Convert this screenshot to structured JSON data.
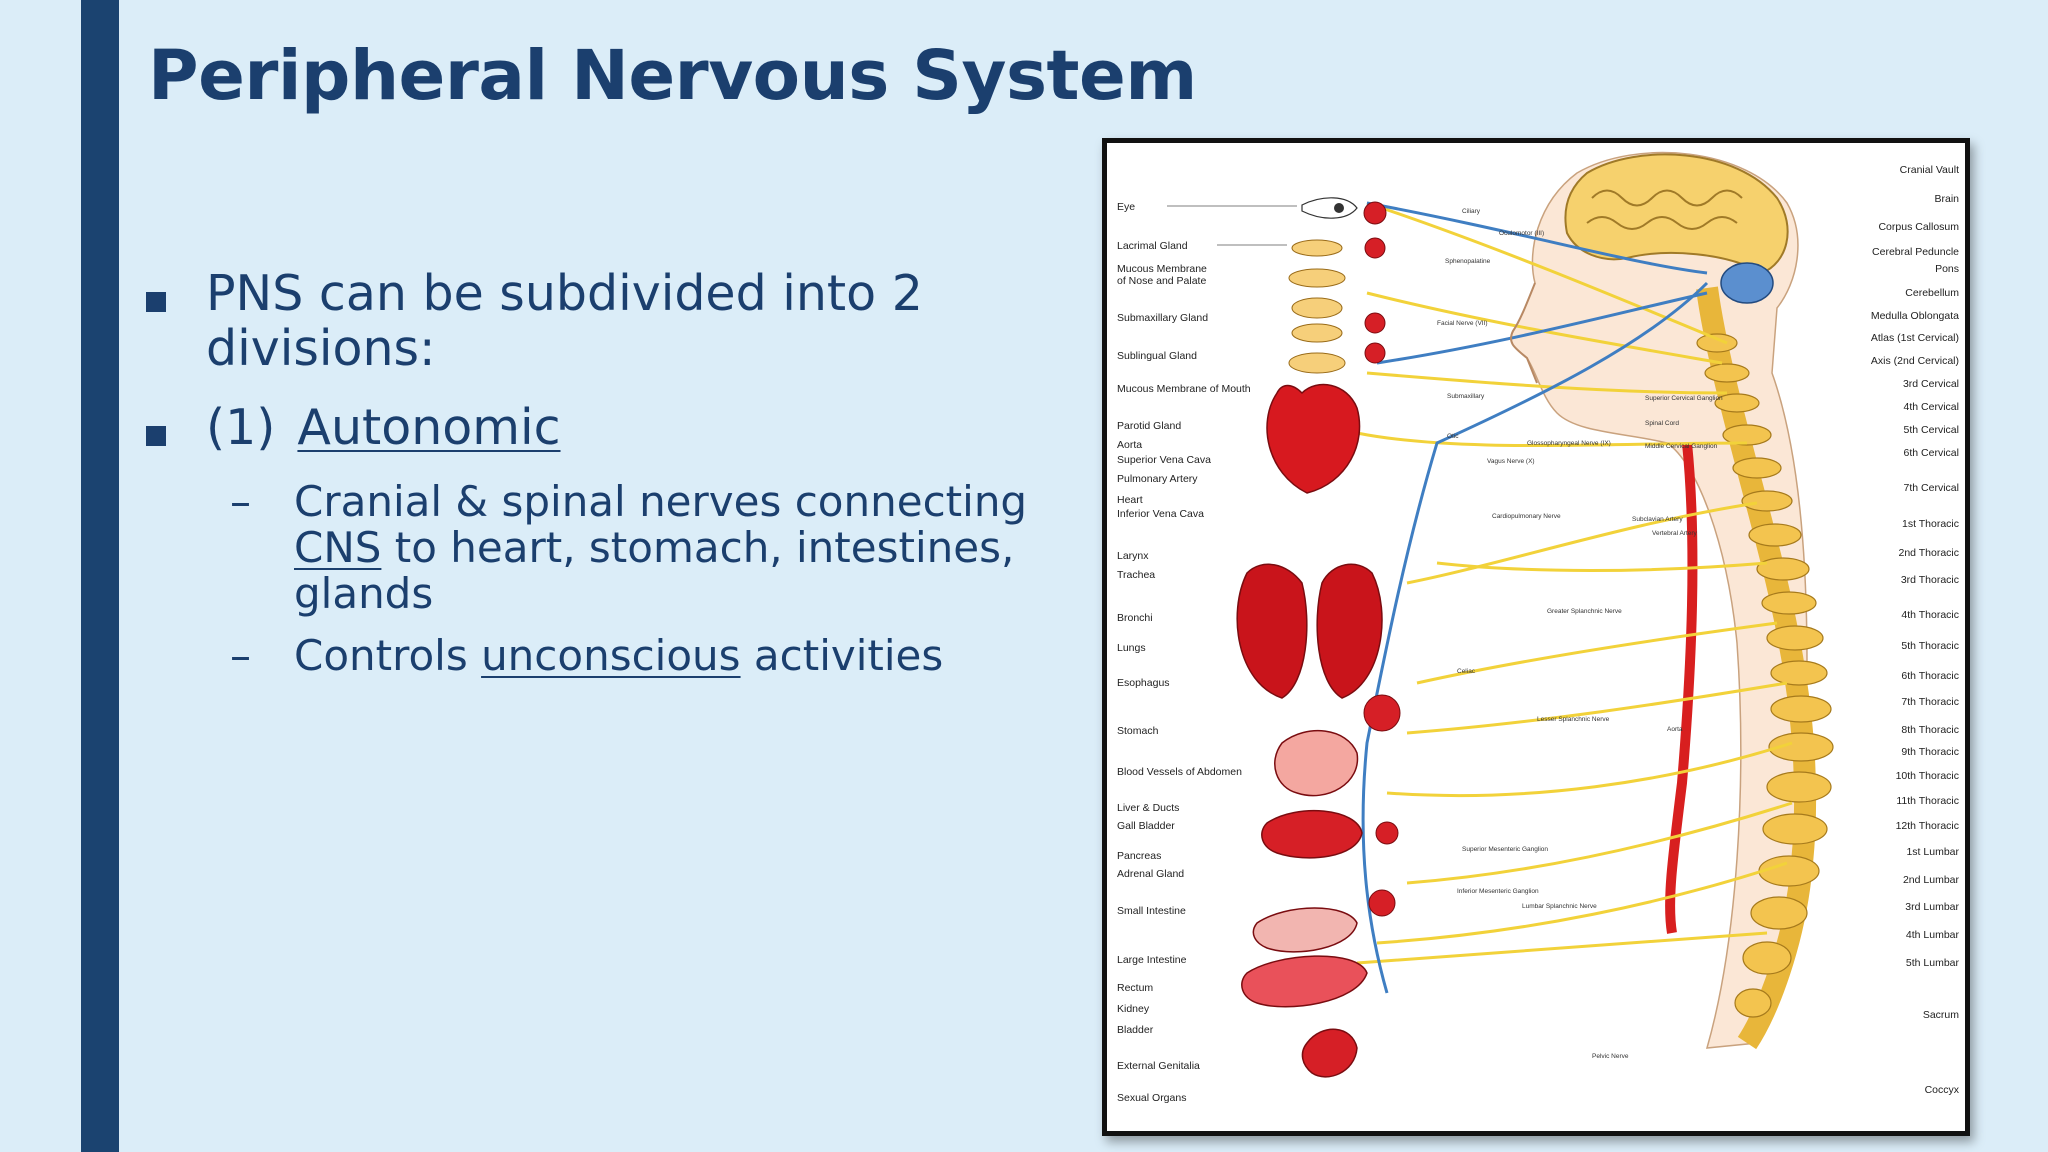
{
  "slide": {
    "title": "Peripheral Nervous System",
    "bullets": [
      {
        "text": "PNS can be subdivided into 2 divisions:"
      },
      {
        "number": "(1)",
        "text": "Autonomic"
      }
    ],
    "sub_bullets": [
      {
        "dash": "–",
        "before": "Cranial & spinal nerves connecting ",
        "link": "CNS",
        "after": " to heart, stomach, intestines, glands"
      },
      {
        "dash": "–",
        "before": "Controls ",
        "link": "unconscious",
        "after": " activities"
      }
    ]
  },
  "figure": {
    "left_labels": [
      "Eye",
      "Lacrimal Gland",
      "Mucous Membrane",
      "of Nose and Palate",
      "Submaxillary Gland",
      "Sublingual Gland",
      "Mucous Membrane of Mouth",
      "Parotid Gland",
      "Aorta",
      "Superior Vena Cava",
      "Pulmonary Artery",
      "Heart",
      "Inferior Vena Cava",
      "Larynx",
      "Trachea",
      "Bronchi",
      "Lungs",
      "Esophagus",
      "Stomach",
      "Blood Vessels of Abdomen",
      "Liver & Ducts",
      "Gall Bladder",
      "Pancreas",
      "Adrenal Gland",
      "Small Intestine",
      "Large Intestine",
      "Rectum",
      "Kidney",
      "Bladder",
      "External Genitalia",
      "Sexual Organs"
    ],
    "right_labels": [
      "Cranial Vault",
      "Brain",
      "Corpus Callosum",
      "Cerebral Peduncle",
      "Pons",
      "Cerebellum",
      "Medulla Oblongata",
      "Atlas (1st Cervical)",
      "Axis (2nd Cervical)",
      "3rd Cervical",
      "4th Cervical",
      "5th Cervical",
      "6th Cervical",
      "7th Cervical",
      "1st Thoracic",
      "2nd Thoracic",
      "3rd Thoracic",
      "4th Thoracic",
      "5th Thoracic",
      "6th Thoracic",
      "7th Thoracic",
      "8th Thoracic",
      "9th Thoracic",
      "10th Thoracic",
      "11th Thoracic",
      "12th Thoracic",
      "1st Lumbar",
      "2nd Lumbar",
      "3rd Lumbar",
      "4th Lumbar",
      "5th Lumbar",
      "Sacrum",
      "Coccyx"
    ],
    "center_labels": [
      "Ciliary",
      "Oculomotor (III)",
      "Sphenopalatine",
      "Facial Nerve (VII)",
      "Submaxillary",
      "Otic",
      "Glossopharyngeal Nerve (IX)",
      "Vagus Nerve (X)",
      "Cardiopulmonary Nerve",
      "Greater Splanchnic Nerve",
      "Celiac",
      "Lesser Splanchnic Nerve",
      "Aorta",
      "Superior Mesenteric Ganglion",
      "Inferior Mesenteric Ganglion",
      "Lumbar Splanchnic Nerve",
      "Pelvic Nerve",
      "Superior Cervical Ganglion",
      "Spinal Cord",
      "Middle Cervical Ganglion",
      "Subclavian Artery",
      "Vertebral Artery"
    ]
  }
}
